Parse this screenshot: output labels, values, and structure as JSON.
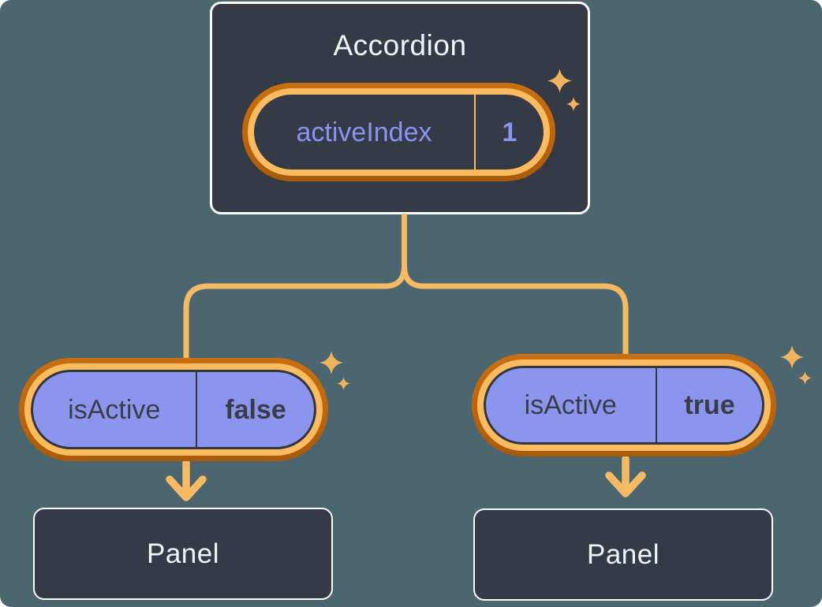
{
  "diagram": {
    "accordion": {
      "title": "Accordion",
      "pill": {
        "label": "activeIndex",
        "value": "1"
      }
    },
    "left_child": {
      "pill": {
        "label": "isActive",
        "value": "false"
      },
      "panel_title": "Panel"
    },
    "right_child": {
      "pill": {
        "label": "isActive",
        "value": "true"
      },
      "panel_title": "Panel"
    }
  },
  "icons": {
    "sparkle": "✦",
    "arrow_down": "↓"
  },
  "colors": {
    "background": "#4C6670",
    "node_fill": "#343A46",
    "node_border": "#FDFDFD",
    "node_text": "#F3F5F8",
    "pill_purple_fill": "#8C95EE",
    "purple_text": "#8A94F0",
    "dark_text": "#383D47",
    "ring_gold": "#FBBB60",
    "ring_dark_orange": "#BD650C",
    "connector_gold": "#F6B964",
    "sparkle_gold": "#F2B35F"
  }
}
